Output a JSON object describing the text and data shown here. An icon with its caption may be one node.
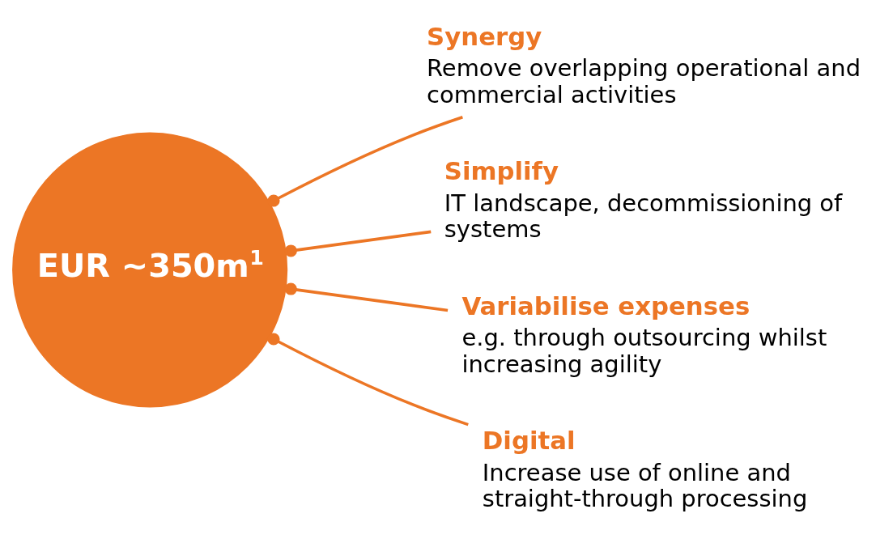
{
  "diagram": {
    "nodes": [
      {
        "text": [
          "EUR ~350m$^{1}$"
        ]
      },
      {
        "text": [
          "Synergy",
          "Remove overlapping operational and commercial activities"
        ]
      },
      {
        "text": [
          "Simplify",
          "IT landscape, decommissioning of systems"
        ]
      },
      {
        "text": [
          "Variabilise expenses",
          "e.g. through outsourcing whilst increasing agility"
        ]
      },
      {
        "text": [
          "Digital",
          "Increase use of online and straight-through processing"
        ]
      }
    ],
    "edges": [
      {
        "from": 0,
        "to": 1,
        "arrow": "other"
      },
      {
        "from": 0,
        "to": 2,
        "arrow": "other"
      },
      {
        "from": 0,
        "to": 3,
        "arrow": "other"
      },
      {
        "from": 0,
        "to": 4,
        "arrow": "other"
      }
    ]
  }
}
